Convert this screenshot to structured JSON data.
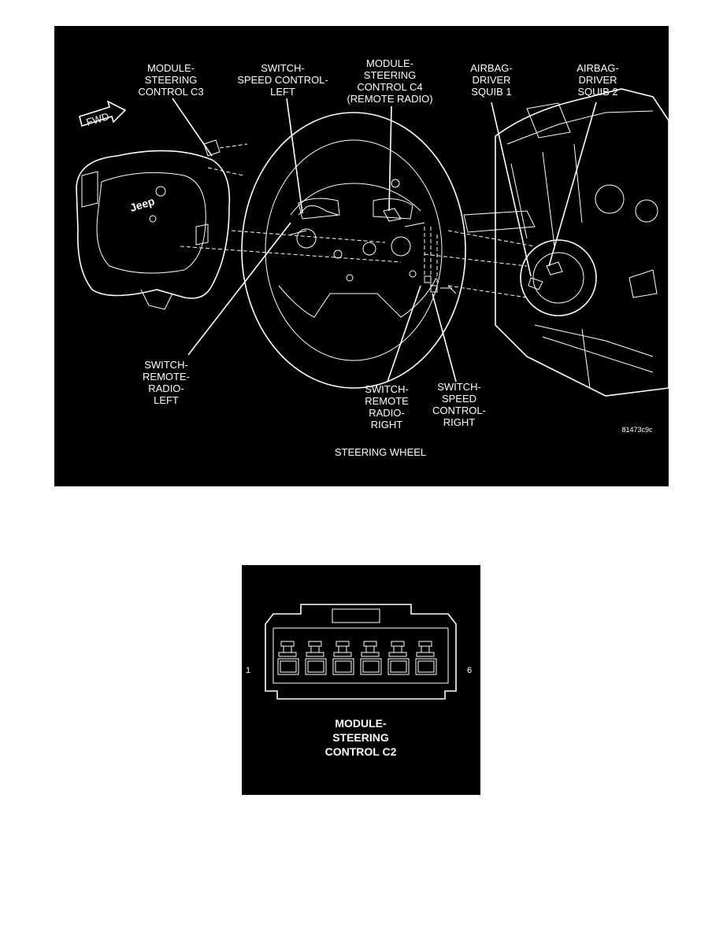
{
  "main_diagram": {
    "title": "STEERING WHEEL",
    "ref_code": "81473c9c",
    "fwd": "FWD",
    "logo_text": "Jeep",
    "callouts": {
      "module_c3": [
        "MODULE-",
        "STEERING",
        "CONTROL C3"
      ],
      "switch_speed_left": [
        "SWITCH-",
        "SPEED CONTROL-",
        "LEFT"
      ],
      "module_c4": [
        "MODULE-",
        "STEERING",
        "CONTROL C4",
        "(REMOTE RADIO)"
      ],
      "squib1": [
        "AIRBAG-",
        "DRIVER",
        "SQUIB 1"
      ],
      "squib2": [
        "AIRBAG-",
        "DRIVER",
        "SQUIB 2"
      ],
      "remote_radio_left": [
        "SWITCH-",
        "REMOTE-",
        "RADIO-",
        "LEFT"
      ],
      "remote_radio_right": [
        "SWITCH-",
        "REMOTE",
        "RADIO-",
        "RIGHT"
      ],
      "speed_right": [
        "SWITCH-",
        "SPEED",
        "CONTROL-",
        "RIGHT"
      ]
    }
  },
  "connector_diagram": {
    "title": [
      "MODULE-",
      "STEERING",
      "CONTROL C2"
    ],
    "pin_first": "1",
    "pin_last": "6",
    "pin_count": 6
  }
}
